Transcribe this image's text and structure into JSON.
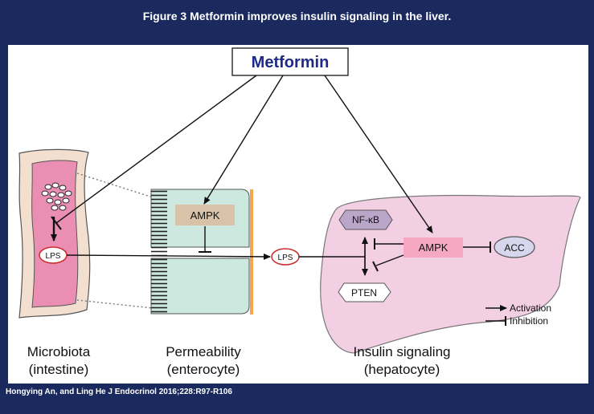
{
  "title": "Figure 3 Metformin improves insulin signaling in the liver.",
  "diagram": {
    "drug": "Metformin",
    "nodes": {
      "lps_gut": "LPS",
      "ampk_enterocyte": "AMPK",
      "lps_blood": "LPS",
      "nfkb": "NF-κB",
      "ampk_liver": "AMPK",
      "acc": "ACC",
      "pten": "PTEN"
    },
    "legend": {
      "activation": "Activation",
      "inhibition": "Inhibition"
    },
    "captions": {
      "microbiota_title": "Microbiota",
      "microbiota_sub": "(intestine)",
      "permeability_title": "Permeability",
      "permeability_sub": "(enterocyte)",
      "insulin_title": "Insulin signaling",
      "insulin_sub": "(hepatocyte)"
    },
    "colors": {
      "background": "#1b2a5e",
      "liver_fill": "#f2cfe3",
      "intestine_outer": "#f3dfcf",
      "intestine_inner": "#ea8fb3",
      "enterocyte_fill": "#cde9df",
      "ampk_box": "#d9c3a8",
      "ampk_liver_box": "#f6a8c2",
      "membrane": "#f4a64b",
      "lps_border": "#cc2a2a",
      "drug_text": "#1e2a8a"
    }
  },
  "footer": {
    "citation": "Hongying An, and Ling He J Endocrinol 2016;228:R97-R106"
  }
}
